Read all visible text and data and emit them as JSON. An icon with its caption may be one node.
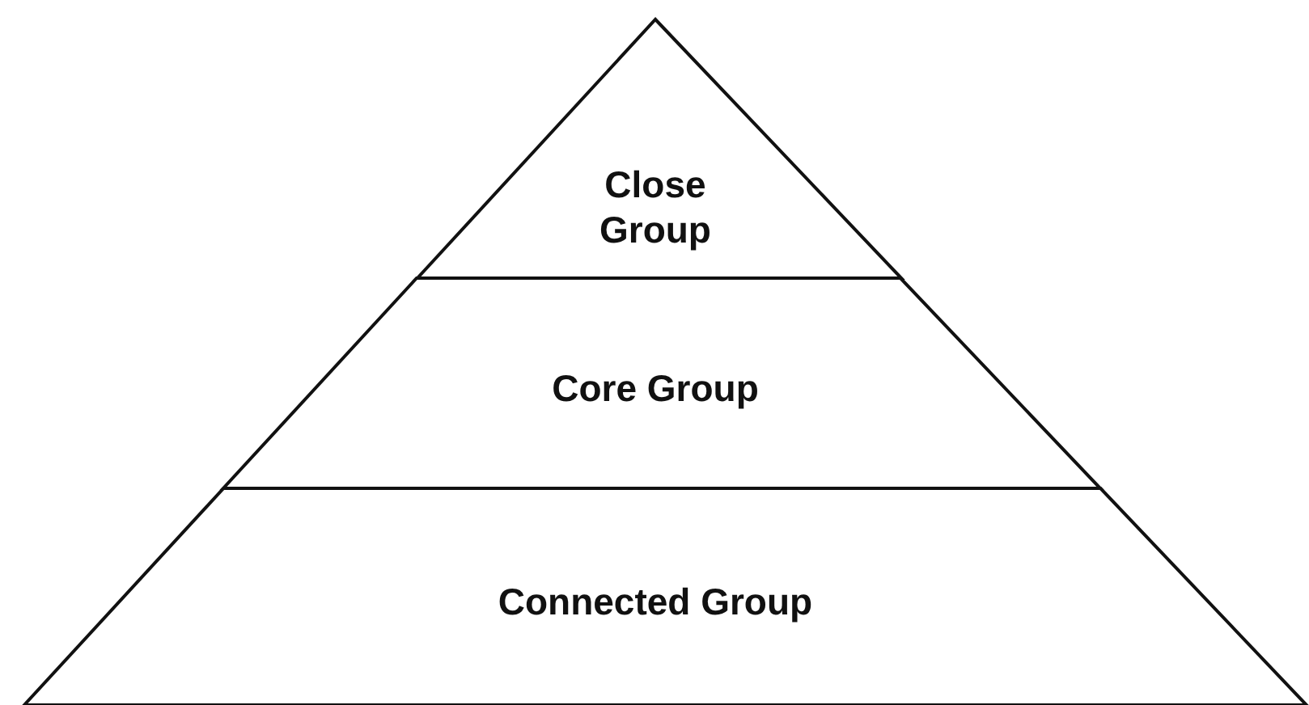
{
  "diagram": {
    "nodes": [
      {
        "text": [
          "Close Group"
        ]
      },
      {
        "text": [
          "Core Group"
        ]
      },
      {
        "text": [
          "Connected Group"
        ]
      }
    ]
  }
}
